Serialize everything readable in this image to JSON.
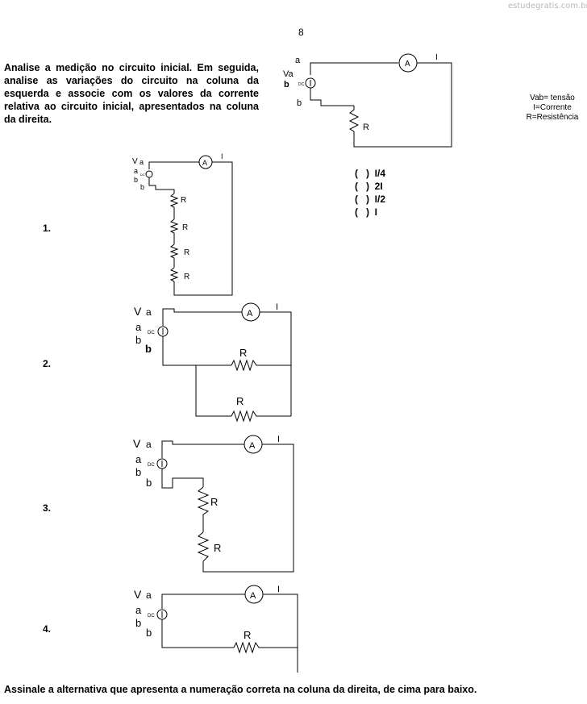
{
  "header": {
    "watermark": "estudegratis.com.br",
    "page_number": "8"
  },
  "question": {
    "intro": "Analise a medição no circuito inicial. Em seguida, analise as variações do circuito na coluna da esquerda e associe com os valores da corrente relativa ao circuito inicial, apresentados na coluna da direita.",
    "footer": "Assinale a alternativa que apresenta a numeração correta na coluna da direita, de cima para baixo."
  },
  "legend": {
    "vab": "Vab= tensão",
    "i": "I=Corrente",
    "r": "R=Resistência"
  },
  "options": [
    "(   )  I/4",
    "(   )  2I",
    "(   )  I/2",
    "(   )  I"
  ],
  "items": [
    "1.",
    "2.",
    "3.",
    "4."
  ],
  "circuit_labels": {
    "va": "Va",
    "v": "V",
    "a": "a",
    "b": "b",
    "dc": "DC",
    "ammeter": "A",
    "current": "I",
    "resistor": "R"
  }
}
